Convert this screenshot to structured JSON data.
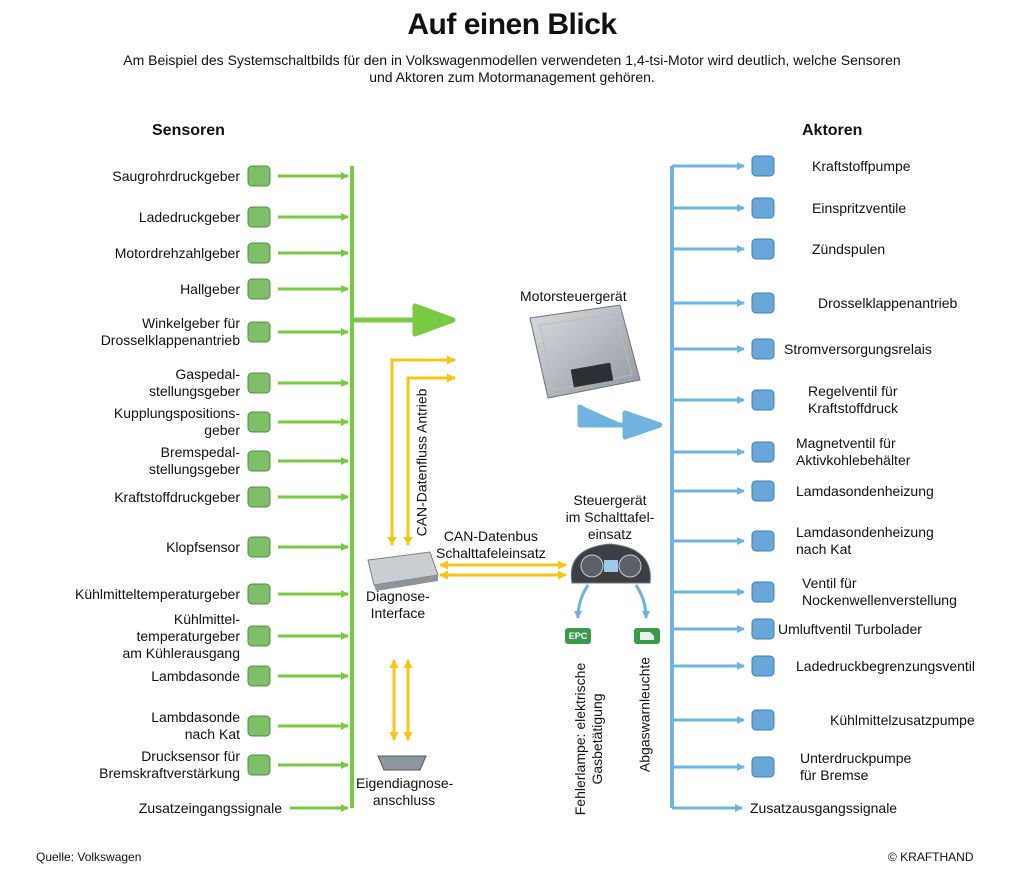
{
  "title": "Auf einen Blick",
  "subtitle": "Am Beispiel des Systemschaltbilds für den in Volkswagenmodellen verwendeten 1,4-tsi-Motor wird deutlich, welche Sensoren und Aktoren zum Motormanagement gehören.",
  "sensors": {
    "heading": "Sensoren",
    "items": [
      "Saugrohrdruckgeber",
      "Ladedruckgeber",
      "Motordrehzahlgeber",
      "Hallgeber",
      "Winkelgeber für\nDrosselklappenantrieb",
      "Gaspedal-\nstellungsgeber",
      "Kupplungspositions-\ngeber",
      "Bremspedal-\nstellungsgeber",
      "Kraftstoffdruckgeber",
      "Klopfsensor",
      "Kühlmitteltemperaturgeber",
      "Kühlmittel-\ntemperaturgeber\nam Kühlerausgang",
      "Lambdasonde",
      "Lambdasonde\nnach Kat",
      "Drucksensor für\nBremskraftverstärkung",
      "Zusatzeingangssignale"
    ]
  },
  "actuators": {
    "heading": "Aktoren",
    "items": [
      "Kraftstoffpumpe",
      "Einspritzventile",
      "Zündspulen",
      "Drosselklappenantrieb",
      "Stromversorgungsrelais",
      "Regelventil für\nKraftstoffdruck",
      "Magnetventil für\nAktivkohlebehälter",
      "Lamdasondenheizung",
      "Lamdasondenheizung\nnach Kat",
      "Ventil für\nNockenwellenverstellung",
      "Umluftventil Turbolader",
      "Ladedruckbegrenzungsventil",
      "Kühlmittelzusatzpumpe",
      "Unterdruckpumpe\nfür Bremse",
      "Zusatzausgangssignale"
    ]
  },
  "center": {
    "ecu": "Motorsteuergerät",
    "can_drive": "CAN-Datenfluss Antrieb",
    "can_dash": "CAN-Datenbus\nSchalttafeleinsatz",
    "diag_interface": "Diagnose-\nInterface",
    "dash_ecu": "Steuergerät\nim Schalttafel-\neinsatz",
    "diag_port": "Eigendiagnose-\nanschluss",
    "epc_lamp": "Fehlerlampe: elektrische\nGasbetätigung",
    "emission_lamp": "Abgaswarnleuchte",
    "epc_badge": "EPC"
  },
  "colors": {
    "sensor_line": "#7ac943",
    "actuator_line": "#6fb3de",
    "can_line": "#f5c518",
    "sensor_part": "#7fbf6a",
    "actuator_part": "#6aa7d8",
    "ecu": "#9aa3ab"
  },
  "footer": {
    "source": "Quelle: Volkswagen",
    "copyright": "© KRAFTHAND"
  }
}
